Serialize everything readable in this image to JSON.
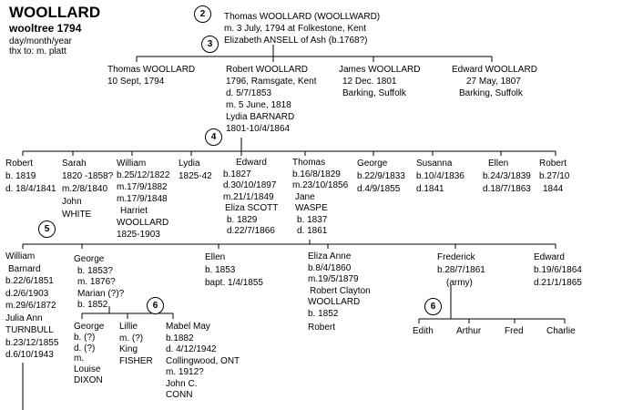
{
  "header": {
    "title": "WOOLLARD",
    "subtitle": "wooltree 1794",
    "format_note": "day/month/year",
    "thanks": "thx to: m. platt"
  },
  "generation_markers": [
    "2",
    "3",
    "4",
    "5",
    "6",
    "6"
  ],
  "gen1": {
    "lines": [
      "Thomas WOOLLARD (WOOLLWARD)",
      "m. 3 July, 1794 at Folkestone, Kent",
      "Elizabeth ANSELL of Ash (b.1768?)"
    ]
  },
  "gen2": [
    {
      "lines": [
        "Thomas WOOLLARD",
        "10 Sept, 1794"
      ]
    },
    {
      "lines": [
        "Robert WOOLLARD",
        "1796, Ramsgate, Kent",
        "d. 5/7/1853",
        "m. 5 June, 1818",
        "Lydia BARNARD",
        "1801-10/4/1864"
      ]
    },
    {
      "lines": [
        "James WOOLLARD",
        "12 Dec. 1801",
        "Barking, Suffolk"
      ]
    },
    {
      "lines": [
        "Edward WOOLLARD",
        "27 May, 1807",
        "Barking, Suffolk"
      ]
    }
  ],
  "gen3": [
    {
      "lines": [
        "Robert",
        "b. 1819",
        "d. 18/4/1841"
      ]
    },
    {
      "lines": [
        "Sarah",
        "1820 -1858?",
        "m.2/8/1840",
        "John",
        "WHITE"
      ]
    },
    {
      "lines": [
        "William",
        "b.25/12/1822",
        "m.17/9/1882",
        "m.17/9/1848",
        "Harriet",
        "WOOLLARD",
        "1825-1903"
      ]
    },
    {
      "lines": [
        "Lydia",
        "1825-42"
      ]
    },
    {
      "lines": [
        "Edward",
        "b.1827",
        "d.30/10/1897",
        "m.21/1/1849",
        "Eliza  SCOTT",
        "b. 1829",
        "d.22/7/1866"
      ]
    },
    {
      "lines": [
        "Thomas",
        "b.16/8/1829",
        "m.23/10/1856",
        "Jane",
        "WASPE",
        "b. 1837",
        "d. 1861"
      ]
    },
    {
      "lines": [
        "George",
        "b.22/9/1833",
        "d.4/9/1855"
      ]
    },
    {
      "lines": [
        "Susanna",
        "b.10/4/1836",
        "d.1841"
      ]
    },
    {
      "lines": [
        "Ellen",
        "b.24/3/1839",
        "d.18/7/1863"
      ]
    },
    {
      "lines": [
        "Robert",
        "b.27/10",
        "1844"
      ]
    }
  ],
  "gen4": [
    {
      "lines": [
        "William",
        "Barnard",
        "b.22/6/1851",
        "d.2/6/1903",
        "m.29/6/1872",
        "Julia Ann",
        "TURNBULL",
        "b.23/12/1855",
        "d.6/10/1943"
      ]
    },
    {
      "lines": [
        "George",
        "b. 1853?",
        "m. 1876?",
        "Marian (?)?",
        "b. 1852"
      ]
    },
    {
      "lines": [
        "Ellen",
        "b. 1853",
        "bapt. 1/4/1855"
      ]
    },
    {
      "lines": [
        "Eliza Anne",
        "b.8/4/1860",
        "m.19/5/1879",
        "Robert Clayton",
        "WOOLLARD",
        "b. 1852",
        "Robert"
      ]
    },
    {
      "lines": [
        "Frederick",
        "b.28/7/1861",
        "(army)"
      ]
    },
    {
      "lines": [
        "Edward",
        "b.19/6/1864",
        "d.21/1/1865"
      ]
    }
  ],
  "gen5_george": [
    {
      "lines": [
        "George",
        "b. (?)",
        "d. (?)",
        "m.",
        "Louise",
        "DIXON"
      ]
    },
    {
      "lines": [
        "Lillie",
        "m. (?)",
        "King",
        "FISHER"
      ]
    },
    {
      "lines": [
        "Mabel May",
        "b.1882",
        "d. 4/12/1942",
        "Collingwood, ONT",
        "m. 1912?",
        "John C.",
        "CONN"
      ]
    }
  ],
  "gen5_frederick": [
    {
      "name": "Edith"
    },
    {
      "name": "Arthur"
    },
    {
      "name": "Fred"
    },
    {
      "name": "Charlie"
    }
  ]
}
